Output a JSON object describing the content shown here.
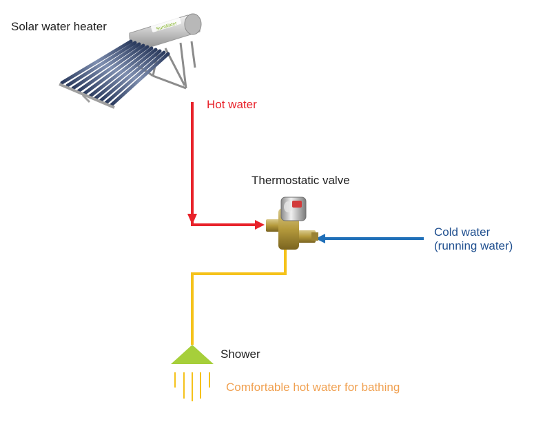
{
  "labels": {
    "solar_water_heater": "Solar water heater",
    "hot_water": "Hot water",
    "thermostatic_valve": "Thermostatic valve",
    "cold_water_line1": "Cold water",
    "cold_water_line2": "(running water)",
    "shower": "Shower",
    "comfortable": "Comfortable hot water for bathing"
  },
  "colors": {
    "hot": "#e8222a",
    "cold": "#1f6fb8",
    "mixed": "#f5c21a",
    "text": "#222222",
    "hot_text": "#e8222a",
    "cold_text": "#1f4f8f",
    "comfort_text": "#f0a050",
    "shower_fill": "#a6cf3a"
  },
  "logo_text": "SunWater"
}
